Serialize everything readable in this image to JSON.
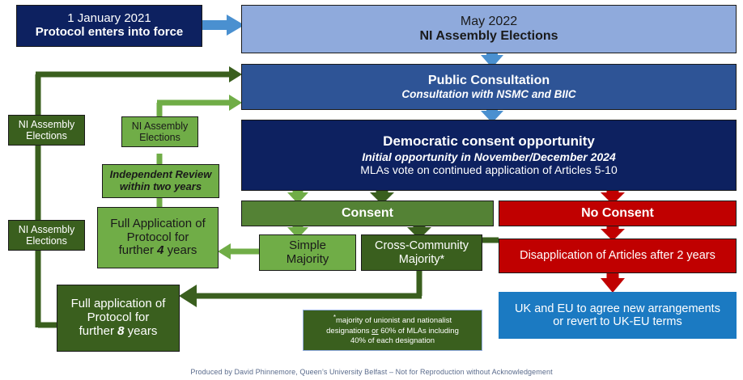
{
  "diagram": {
    "title": "Northern Ireland Protocol democratic consent process flowchart",
    "colors": {
      "navy_dark": "#0D2160",
      "blue_medium": "#2E5496",
      "blue_light": "#8FAADC",
      "blue_bright": "#1B7AC2",
      "green_dark": "#3A5F1E",
      "green_mid": "#548235",
      "green_light": "#70AD47",
      "red": "#C00000",
      "arrow_blue": "#4A90D0",
      "caption_grey": "#5A6B8C"
    },
    "nodes": {
      "protocol_force": {
        "line1": "1 January 2021",
        "line2": "Protocol enters into force"
      },
      "may_2022": {
        "line1": "May 2022",
        "line2": "NI Assembly Elections"
      },
      "public_consultation": {
        "line1": "Public Consultation",
        "line2": "Consultation with NSMC and BIIC"
      },
      "democratic_consent": {
        "line1": "Democratic consent opportunity",
        "line2": "Initial opportunity in November/December 2024",
        "line3": "MLAs vote on continued application of Articles 5-10"
      },
      "consent": {
        "line1": "Consent"
      },
      "no_consent": {
        "line1": "No Consent"
      },
      "simple_majority": {
        "line1": "Simple",
        "line2": "Majority"
      },
      "cross_community": {
        "line1": "Cross-Community",
        "line2": "Majority*"
      },
      "disapplication": {
        "line1": "Disapplication of Articles after 2 years"
      },
      "uk_eu_terms": {
        "line1": "UK and EU to agree new arrangements",
        "line2": "or revert to UK-EU terms"
      },
      "ni_elections_1": {
        "line1": "NI Assembly",
        "line2": "Elections"
      },
      "ni_elections_2": {
        "line1": "NI Assembly",
        "line2": "Elections"
      },
      "ni_elections_3": {
        "line1": "NI Assembly",
        "line2": "Elections"
      },
      "independent_review": {
        "line1": "Independent Review",
        "line2": "within two years"
      },
      "full_application_4": {
        "line1": "Full Application of",
        "line2": "Protocol for",
        "line3_pre": "further ",
        "line3_em": "4",
        "line3_post": " years"
      },
      "full_application_8": {
        "line1": "Full application  of",
        "line2": "Protocol for",
        "line3_pre": "further ",
        "line3_em": "8",
        "line3_post": " years"
      }
    },
    "footnote": {
      "star": "*",
      "line1": "majority of unionist and nationalist",
      "line2_pre": "designations ",
      "line2_u": "or",
      "line2_post": " 60% of MLAs including",
      "line3": "40% of each designation"
    },
    "caption": "Produced by David Phinnemore, Queen’s University Belfast – Not for Reproduction without Acknowledgement"
  }
}
